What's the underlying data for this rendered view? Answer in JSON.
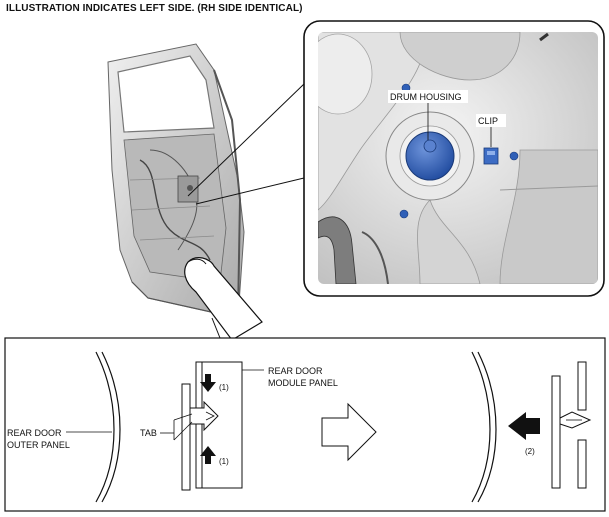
{
  "header": {
    "text": "ILLUSTRATION INDICATES LEFT SIDE. (RH SIDE IDENTICAL)"
  },
  "detail": {
    "drum_housing_label": "DRUM HOUSING",
    "clip_label": "CLIP"
  },
  "lower": {
    "outer_panel_label_1": "REAR DOOR",
    "outer_panel_label_2": "OUTER PANEL",
    "module_panel_label_1": "REAR DOOR",
    "module_panel_label_2": "MODULE PANEL",
    "tab_label": "TAB",
    "step1_top": "(1)",
    "step1_bottom": "(1)",
    "step2": "(2)"
  },
  "colors": {
    "housing_blue": "#2f5fb7",
    "panel_grey": "#d8d8d8",
    "arrow_black": "#111111"
  }
}
